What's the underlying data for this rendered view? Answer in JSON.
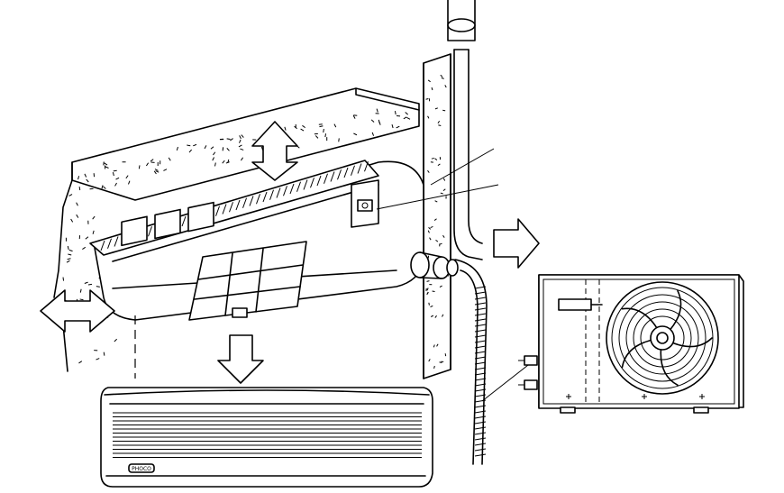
{
  "diagram": {
    "type": "split-air-conditioner-installation",
    "components": {
      "indoor_unit": "indoor-unit",
      "indoor_front": "indoor-unit-front",
      "outdoor_unit": "outdoor-unit",
      "wall": "wall",
      "pipe": "refrigerant-pipe",
      "drain_hose": "drain-hose",
      "filter": "air-filter",
      "fan": "fan-grille"
    },
    "front_panel_badge": "PHOCO",
    "leader_lines": 3,
    "arrows": [
      "up-down",
      "left-right",
      "down",
      "right"
    ]
  }
}
